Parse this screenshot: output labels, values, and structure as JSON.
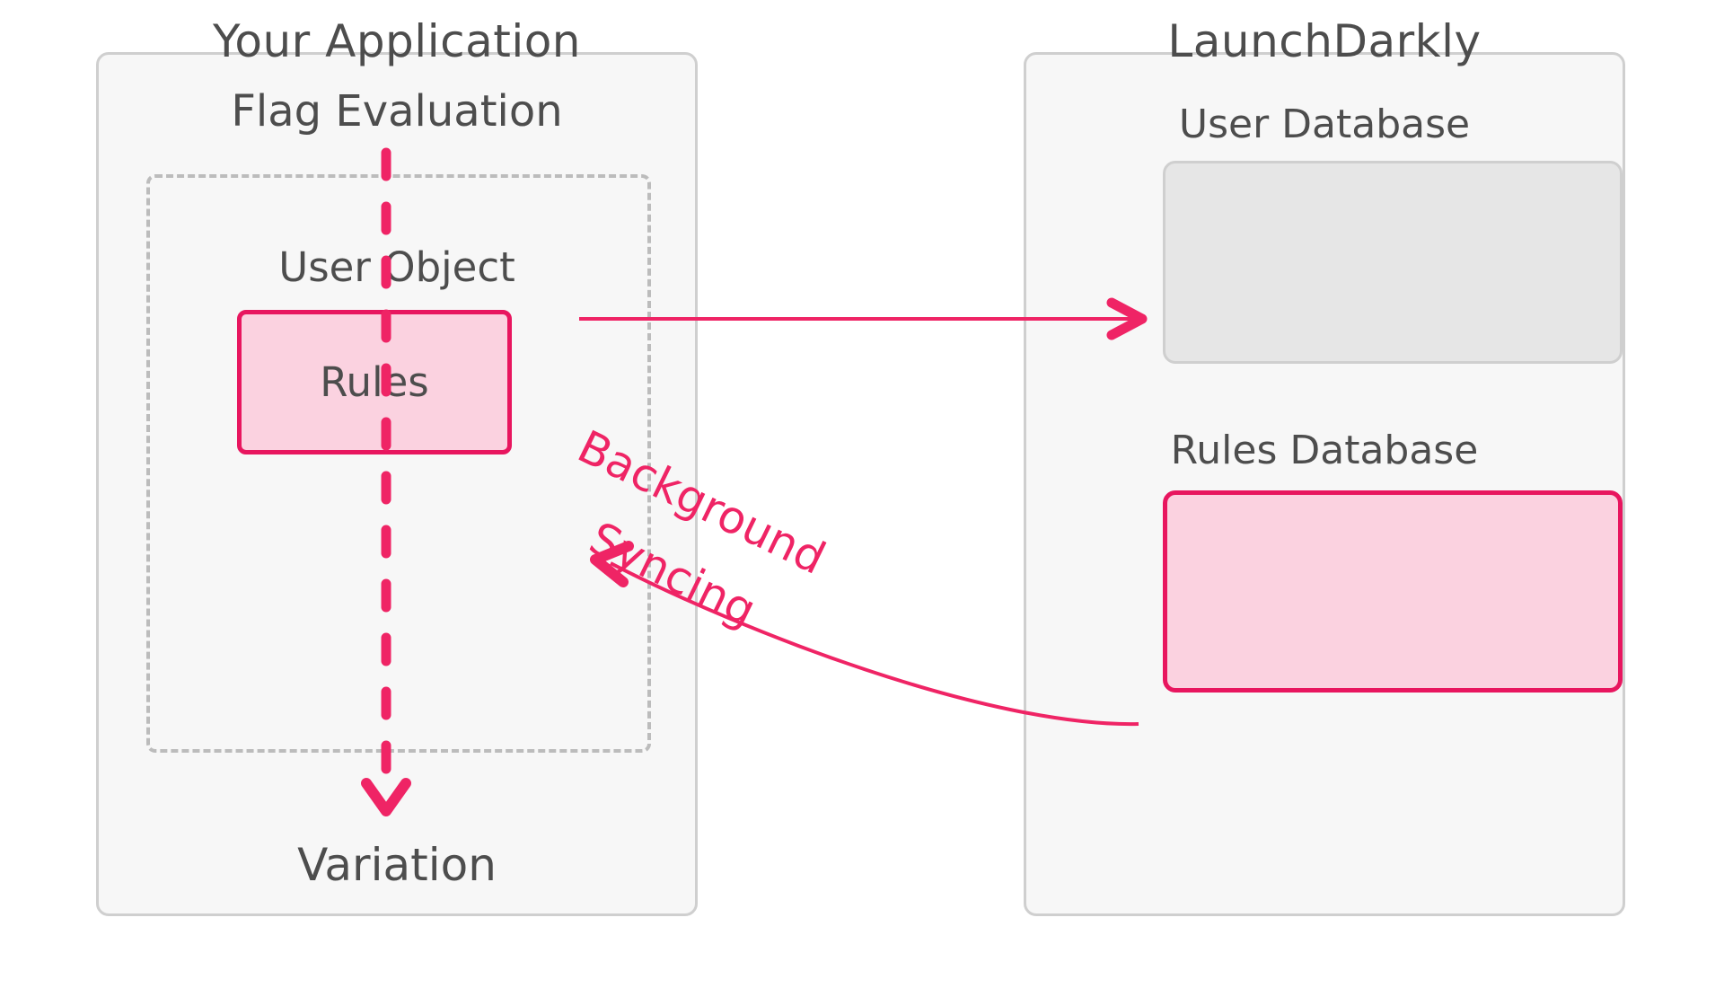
{
  "diagram": {
    "title_left": "Your Application",
    "title_right": "LaunchDarkly",
    "accent_pink": "#ef2465",
    "accent_pink_fill": "#fbd2e0",
    "panel_bg": "#f7f7f7",
    "panel_border": "#cfcfcf",
    "gray_box_fill": "#e6e6e6",
    "text_gray": "#4d4d4d"
  },
  "left_panel": {
    "title": "Your Application",
    "heading": "Flag Evaluation",
    "user_object_label": "User Object",
    "rules_box_label": "Rules",
    "variation_label": "Variation"
  },
  "right_panel": {
    "title": "LaunchDarkly",
    "user_database_label": "User Database",
    "rules_database_label": "Rules Database"
  },
  "connectors": {
    "user_object_to_user_db": {
      "name": "user-object-to-user-db-arrow",
      "direction": "right",
      "style": "solid"
    },
    "rules_db_to_rules": {
      "name": "background-syncing-arrow",
      "direction": "left",
      "style": "curved-solid",
      "label_line_1": "Background",
      "label_line_2": "Syncing"
    },
    "flag_eval_flow": {
      "name": "flag-evaluation-flow",
      "direction": "down",
      "style": "dashed"
    }
  }
}
